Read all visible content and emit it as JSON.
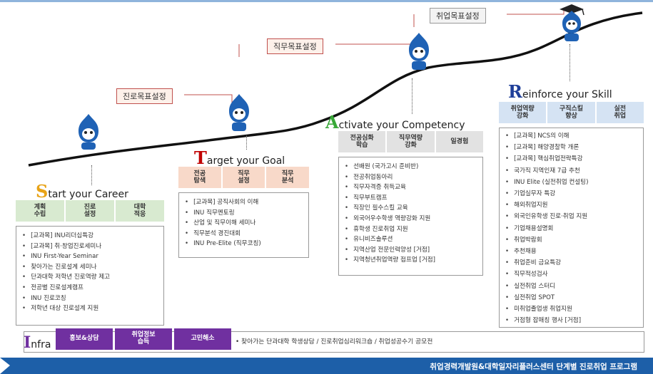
{
  "goals": {
    "career": "진로목표설정",
    "job": "직무목표설정",
    "employment": "취업목표설정"
  },
  "sections": {
    "start": {
      "initial": "S",
      "rest": "tart your Career",
      "initial_color": "#e8a317",
      "headers": [
        "계획\n수립",
        "진로\n설정",
        "대학\n적응"
      ],
      "header_color": "#d8ead0",
      "items": [
        "[교과목] INU리더십특강",
        "[교과목] 취·창업진로세미나",
        "INU First-Year Seminar",
        "찾아가는 진로설계 세미나",
        "단과대학 저학년 진로역량 제고",
        "전공별 진로설계캠프",
        "INU 진로코칭",
        "저학년 대상 진로설계 지원"
      ]
    },
    "target": {
      "initial": "T",
      "rest": "arget your Goal",
      "initial_color": "#c00000",
      "headers": [
        "전공\n탐색",
        "직무\n설정",
        "직무\n분석"
      ],
      "header_color": "#f8d9c9",
      "items": [
        "[교과목] 공직사회의 이해",
        "INU 직무멘토링",
        "산업 및 직무이해 세미나",
        "직무분석 경진대회",
        "INU Pre-Elite (직무코칭)"
      ]
    },
    "activate": {
      "initial": "A",
      "rest": "ctivate your Competency",
      "initial_color": "#38a838",
      "headers": [
        "전공심화\n학습",
        "직무역량\n강화",
        "일경험"
      ],
      "header_color": "#e2e2e2",
      "items": [
        "선배원 (국가고시 준비반)",
        "전공취업동아리",
        "직무자격증 취득교육",
        "직무부트캠프",
        "직장인 필수스킬 교육",
        "외국어우수학생 역량강화 지원",
        "휴학생 진로취업 지원",
        "유니비즈솔루션",
        "지역산업 전문인력양성 [거점]",
        "지역청년취업역량 접프업 [거점]"
      ]
    },
    "reinforce": {
      "initial": "R",
      "rest": "einforce your Skill",
      "initial_color": "#1f3f99",
      "headers": [
        "취업역량\n강화",
        "구직스킬\n향상",
        "실전\n취업"
      ],
      "header_color": "#d5e3f3",
      "items": [
        "[교과목] NCS의 이해",
        "[교과목] 해양경찰학 개론",
        "[교과목] 핵심취업전략특강",
        "국가직 지역인재 7급 추천",
        "INU Elite (실전취업 컨설팅)",
        "기업실무자 특강",
        "해외취업지원",
        "외국인유학생 진로·취업 지원",
        "기업채용설명회",
        "취업박람회",
        "추천채용",
        "취업준비 금요특강",
        "직무적성검사",
        "실전취업 스터디",
        "실전취업 SPOT",
        "미취업졸업생 취업지원",
        "거점형 잡매칭 행사 [거점]"
      ]
    }
  },
  "infra": {
    "initial": "I",
    "rest": "nfra",
    "tabs": [
      "홍보&상담",
      "취업정보\n습득",
      "고민해소"
    ],
    "text": "•  찾아가는 단과대학 학생상담  /  진로취업심리워크숍  /  취업성공수기 공모전"
  },
  "footer": "취업경력개발원&대학일자리플러스센터 단계별 진로취업 프로그램"
}
